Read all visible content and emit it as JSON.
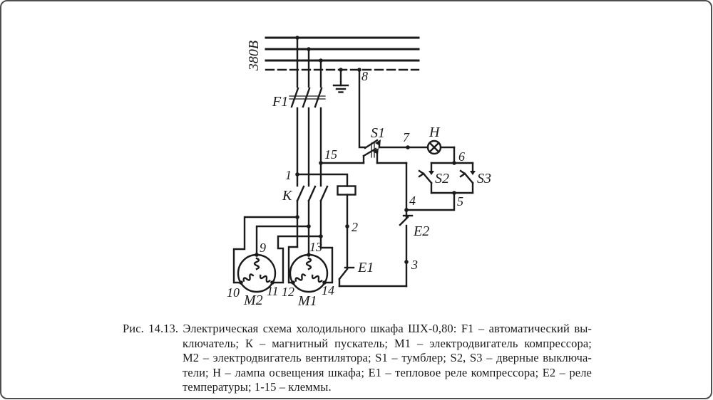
{
  "colors": {
    "ink": "#1b1b1b",
    "background": "#ffffff",
    "frame": "#4e4e4e"
  },
  "figure": {
    "voltage_label": "380В",
    "components": {
      "f1": "F1",
      "k": "К",
      "s1": "S1",
      "s2": "S2",
      "s3": "S3",
      "h": "Н",
      "e1": "Е1",
      "e2": "Е2",
      "m1": "М1",
      "m2": "М2"
    },
    "terminals": {
      "t1": "1",
      "t2": "2",
      "t3": "3",
      "t4": "4",
      "t5": "5",
      "t6": "6",
      "t7": "7",
      "t8": "8",
      "t9": "9",
      "t10": "10",
      "t11": "11",
      "t12": "12",
      "t13": "13",
      "t14": "14",
      "t15": "15"
    }
  },
  "caption": {
    "lines": [
      "Рис. 14.13. Электрическая схема холодильного шкафа ШХ-0,80: F1 – автоматический вы-",
      "ключатель; К – магнитный пускатель; М1 – электродвигатель компрессора;",
      "М2 – электродвигатель вентилятора; S1 – тумблер; S2, S3 – дверные выключа-",
      "тели; Н – лампа освещения шкафа; Е1 – тепловое реле компрессора; Е2 – реле",
      "температуры; 1-15 – клеммы."
    ]
  }
}
